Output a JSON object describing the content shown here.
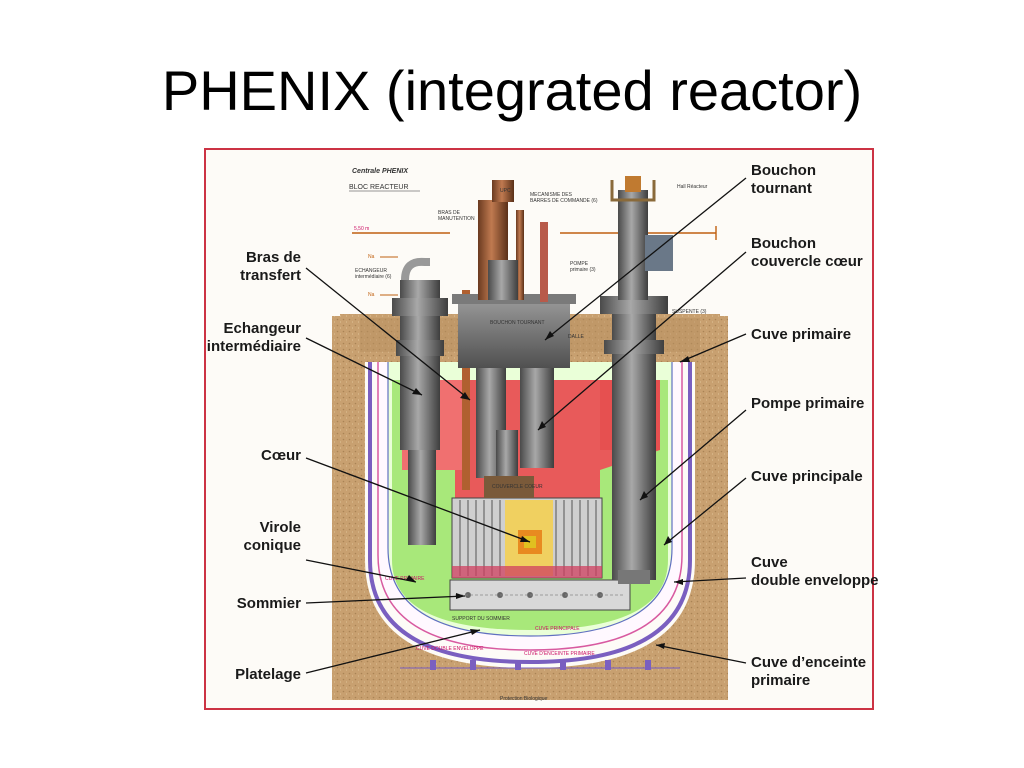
{
  "slide": {
    "title": "PHENIX (integrated reactor)"
  },
  "figure": {
    "header": {
      "plant": "Centrale PHENIX",
      "block": "BLOC REACTEUR"
    },
    "labels_left": [
      {
        "id": "bras",
        "lines": [
          "Bras de",
          "transfert"
        ]
      },
      {
        "id": "echangeur",
        "lines": [
          "Echangeur",
          "intermédiaire"
        ]
      },
      {
        "id": "coeur",
        "lines": [
          "Cœur"
        ]
      },
      {
        "id": "virole",
        "lines": [
          "Virole",
          "conique"
        ]
      },
      {
        "id": "sommier",
        "lines": [
          "Sommier"
        ]
      },
      {
        "id": "platelage",
        "lines": [
          "Platelage"
        ]
      }
    ],
    "labels_right": [
      {
        "id": "bouchon-tournant",
        "lines": [
          "Bouchon",
          "tournant"
        ]
      },
      {
        "id": "bouchon-couvercle",
        "lines": [
          "Bouchon",
          "couvercle cœur"
        ]
      },
      {
        "id": "cuve-primaire",
        "lines": [
          "Cuve primaire"
        ]
      },
      {
        "id": "pompe-primaire",
        "lines": [
          "Pompe primaire"
        ]
      },
      {
        "id": "cuve-principale",
        "lines": [
          "Cuve principale"
        ]
      },
      {
        "id": "cuve-double",
        "lines": [
          "Cuve",
          "double enveloppe"
        ]
      },
      {
        "id": "cuve-enceinte",
        "lines": [
          "Cuve d’enceinte",
          "primaire"
        ]
      }
    ],
    "small_text": {
      "hall": "Hall Réacteur",
      "level": "5,50 m",
      "upc": "UPC",
      "mecanisme": [
        "MECANISME DES",
        "BARRES DE COMMANDE (6)"
      ],
      "bras_manut": [
        "BRAS DE",
        "MANUTENTION"
      ],
      "na_in": "Na",
      "na_out": "Na",
      "echangeur_small": [
        "ECHANGEUR",
        "intermédiaire (6)"
      ],
      "pompe_small": [
        "POMPE",
        "primaire (3)"
      ],
      "bouchon_small": "BOUCHON TOURNANT",
      "dalle": "DALLE",
      "suspente": "SUSPENTE (3)",
      "couvercle_small": "COUVERCLE COEUR",
      "cuve_primaire_small": "CUVE PRIMAIRE",
      "support_sommier": "SUPPORT DU SOMMIER",
      "cuve_double_small": "CUVE DOUBLE ENVELOPPE",
      "cuve_principale_small": "CUVE PRINCIPALE",
      "enceinte_small": "CUVE D'ENCEINTE PRIMAIRE",
      "protection": "Protection Biologique"
    },
    "colors": {
      "concrete": "#c8a070",
      "hot_pool": "#e85a5a",
      "cold_pool": "#a8e87a",
      "steel": "#6b6b6b",
      "frame": "#cc3344",
      "vessel_line": "#7a5fc0"
    }
  }
}
